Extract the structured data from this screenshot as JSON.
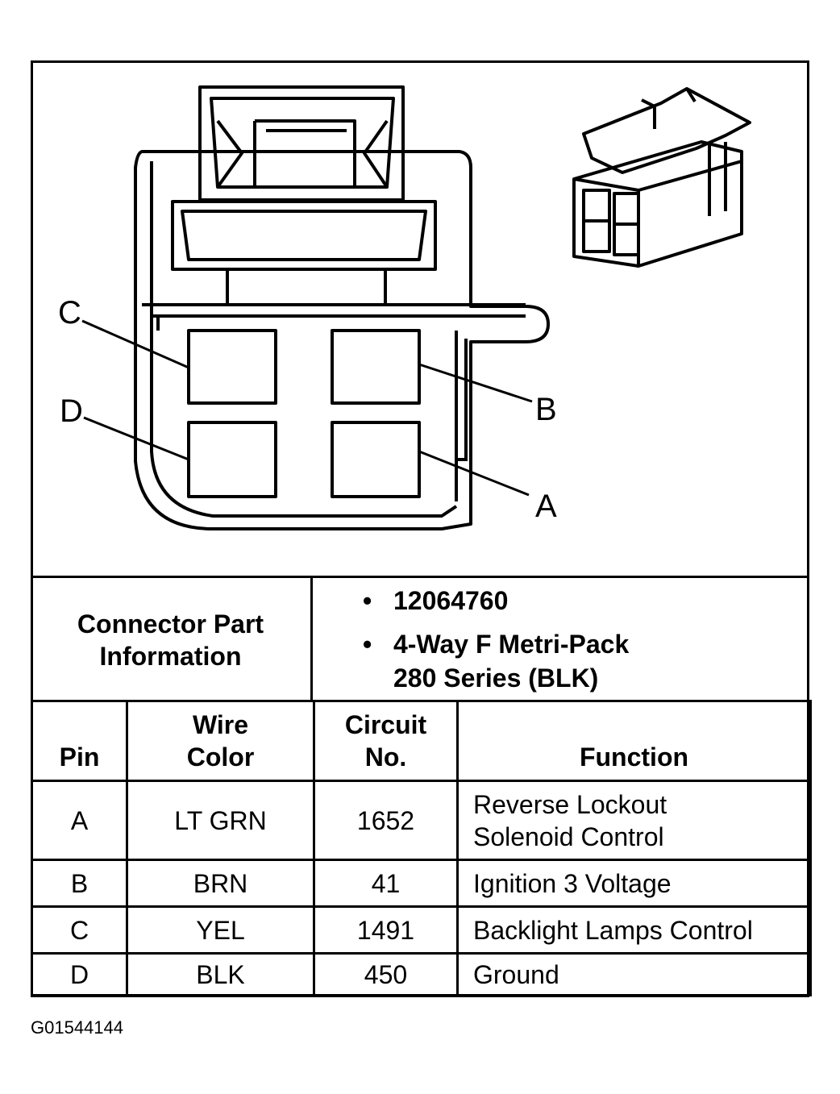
{
  "pin_labels": {
    "c": "C",
    "d": "D",
    "b": "B",
    "a": "A"
  },
  "connector_info": {
    "label_line1": "Connector Part",
    "label_line2": "Information",
    "part_number": "12064760",
    "description_line1": "4-Way F Metri-Pack",
    "description_line2": "280 Series (BLK)"
  },
  "table": {
    "headers": {
      "pin": "Pin",
      "wire_color_line1": "Wire",
      "wire_color_line2": "Color",
      "circuit_line1": "Circuit",
      "circuit_line2": "No.",
      "function": "Function"
    },
    "rows": [
      {
        "pin": "A",
        "wire": "LT GRN",
        "circuit": "1652",
        "function_line1": "Reverse Lockout",
        "function_line2": "Solenoid Control"
      },
      {
        "pin": "B",
        "wire": "BRN",
        "circuit": "41",
        "function_line1": "Ignition 3 Voltage",
        "function_line2": ""
      },
      {
        "pin": "C",
        "wire": "YEL",
        "circuit": "1491",
        "function_line1": "Backlight Lamps Control",
        "function_line2": ""
      },
      {
        "pin": "D",
        "wire": "BLK",
        "circuit": "450",
        "function_line1": "Ground",
        "function_line2": ""
      }
    ]
  },
  "figure_code": "G01544144"
}
